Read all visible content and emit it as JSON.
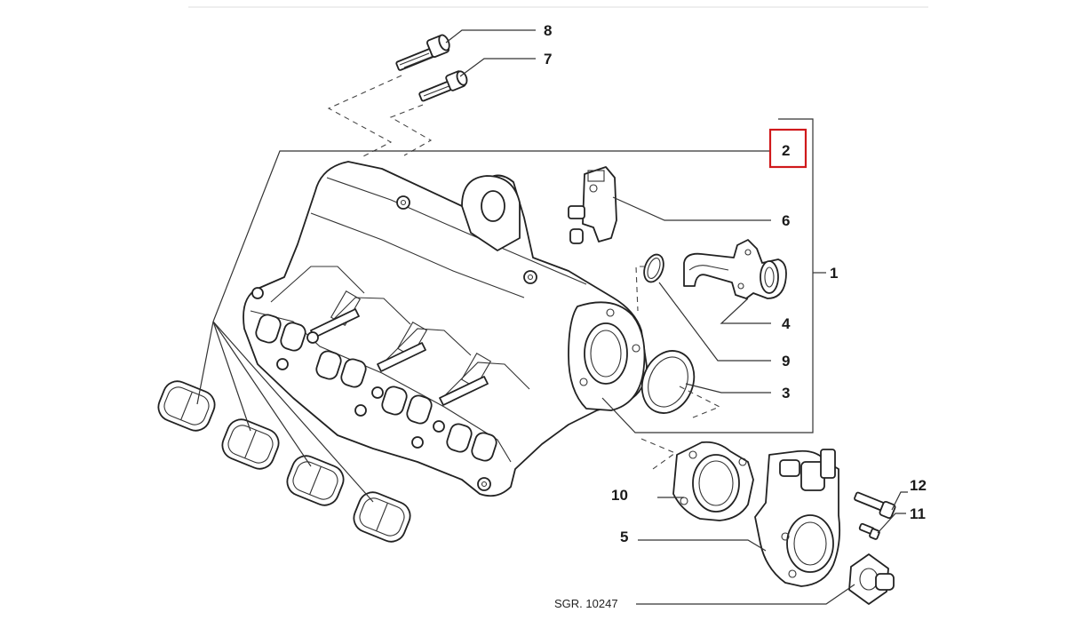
{
  "drawing_ref": "SGR. 10247",
  "highlight_color": "#d0191b",
  "callouts": {
    "c1": "1",
    "c2": "2",
    "c3": "3",
    "c4": "4",
    "c5": "5",
    "c6": "6",
    "c7": "7",
    "c8": "8",
    "c9": "9",
    "c10": "10",
    "c11": "11",
    "c12": "12"
  },
  "selected_callout": "2"
}
